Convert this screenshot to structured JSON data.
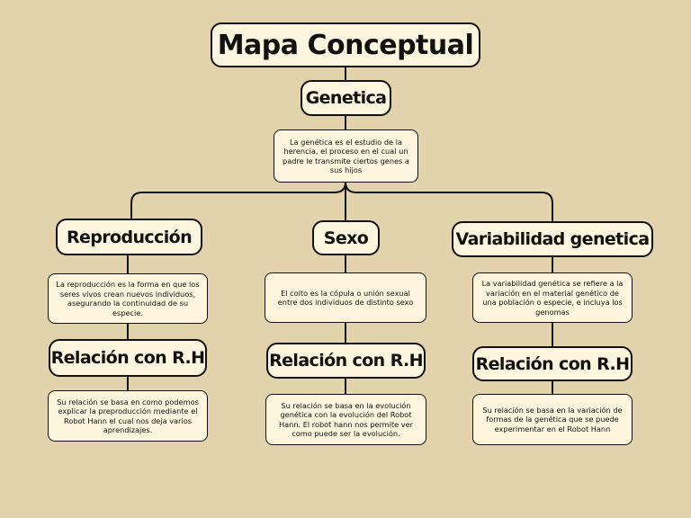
{
  "title": "Mapa Conceptual",
  "root": {
    "label": "Genetica",
    "description": "La genética es el estudio de la herencia, el proceso en el cual un padre le transmite ciertos genes a sus hijos"
  },
  "branches": [
    {
      "label": "Reproducción",
      "description": "La reproducción es la forma en que los seres vivos crean nuevos individuos, asegurando la continuidad de su especie.",
      "relation_label": "Relación con R.H",
      "relation_text": "Su relación se basa en como podemos explicar la preproducción mediante el Robot Hann el cual nos deja varios aprendizajes."
    },
    {
      "label": "Sexo",
      "description": "El coito es la cópula o unión sexual entre dos individuos de distinto sexo",
      "relation_label": "Relación con R.H",
      "relation_text": "Su relación se basa en la evolución genética con la evolución del Robot Hann. El robot hann nos permite ver como puede ser la evolución."
    },
    {
      "label": "Variabilidad genetica",
      "description": "La variabilidad genética se refiere a la variación en el material genético de una población o especie, e incluya los genomas",
      "relation_label": "Relación con R.H",
      "relation_text": "Su relación se basa en la variación de formas de la genética que se puede experimentar en el Robot Hann"
    }
  ],
  "colors": {
    "background": "#e2d3ad",
    "box_fill": "#fdf5dd",
    "stroke": "#111111"
  }
}
